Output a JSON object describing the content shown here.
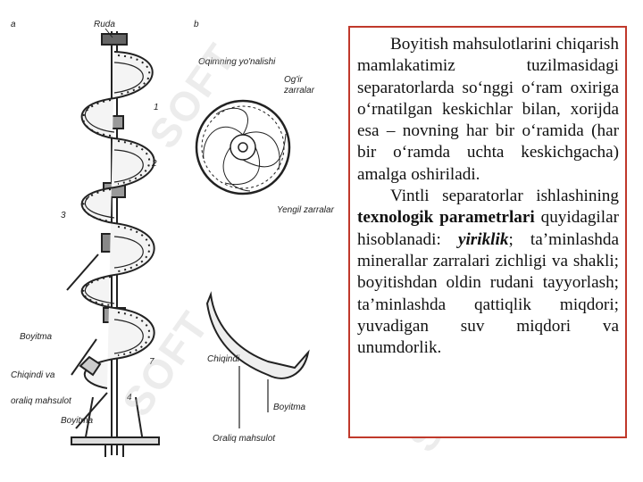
{
  "diagram": {
    "label_a": "a",
    "label_b": "b",
    "label_ruda": "Ruda",
    "label_num_1": "1",
    "label_num_2": "2",
    "label_num_3": "3",
    "label_num_4": "4",
    "label_num_7": "7",
    "label_boyitma_left": "Boyitma",
    "label_chiqindi_va": "Chiqindi va",
    "label_oraliq_mahsulot_left": "oraliq mahsulot",
    "label_boyitma_bottom": "Boyitma",
    "label_oqimning": "Oqimning yo'nalishi",
    "label_ogir": "Og'ir",
    "label_zarralar": "zarralar",
    "label_yengil": "Yengil zarralar",
    "label_chiqindi": "Chiqindi",
    "label_boyitma_right": "Boyitma",
    "label_oraliq_mahsulot_bottom": "Oraliq mahsulot"
  },
  "text": {
    "para1": "Boyitish mahsulotlarini chiqarish mamlakatimiz tuzilmasidagi separatorlarda so‘nggi o‘ram oxiriga o‘rnatilgan keskichlar bilan, xorijda esa – novning har bir o‘ramida (har bir o‘ramda uchta keskichgacha) amalga oshiriladi.",
    "para2_part1": "Vintli separatorlar ishlashining ",
    "para2_bold": "texnologik parametrlari",
    "para2_part2": " quyidagilar hisoblanadi: ",
    "para2_bold_italic": "yiriklik",
    "para2_part3": "; ta’minlashda minerallar zarralari zichligi va shakli; boyitishdan oldin rudani tayyorlash; ta’minlashda qattiqlik miqdori; yuvadigan suv miqdori va unumdorlik."
  },
  "watermark": {
    "text": "SOFT"
  },
  "colors": {
    "border": "#c0392b"
  }
}
